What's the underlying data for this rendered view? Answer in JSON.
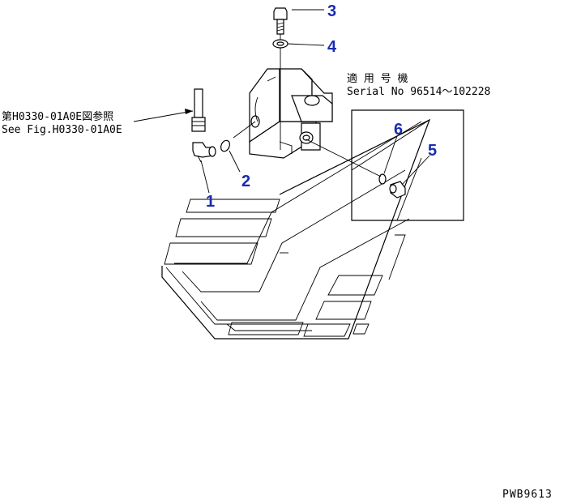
{
  "reference": {
    "line1": "第H0330-01A0E図参照",
    "line2": "See Fig.H0330-01A0E"
  },
  "applicability": {
    "line1": "適 用 号 機",
    "line2": "Serial No 96514～102228"
  },
  "callouts": [
    "1",
    "2",
    "3",
    "4",
    "5",
    "6"
  ],
  "drawing_code": "PWB9613"
}
